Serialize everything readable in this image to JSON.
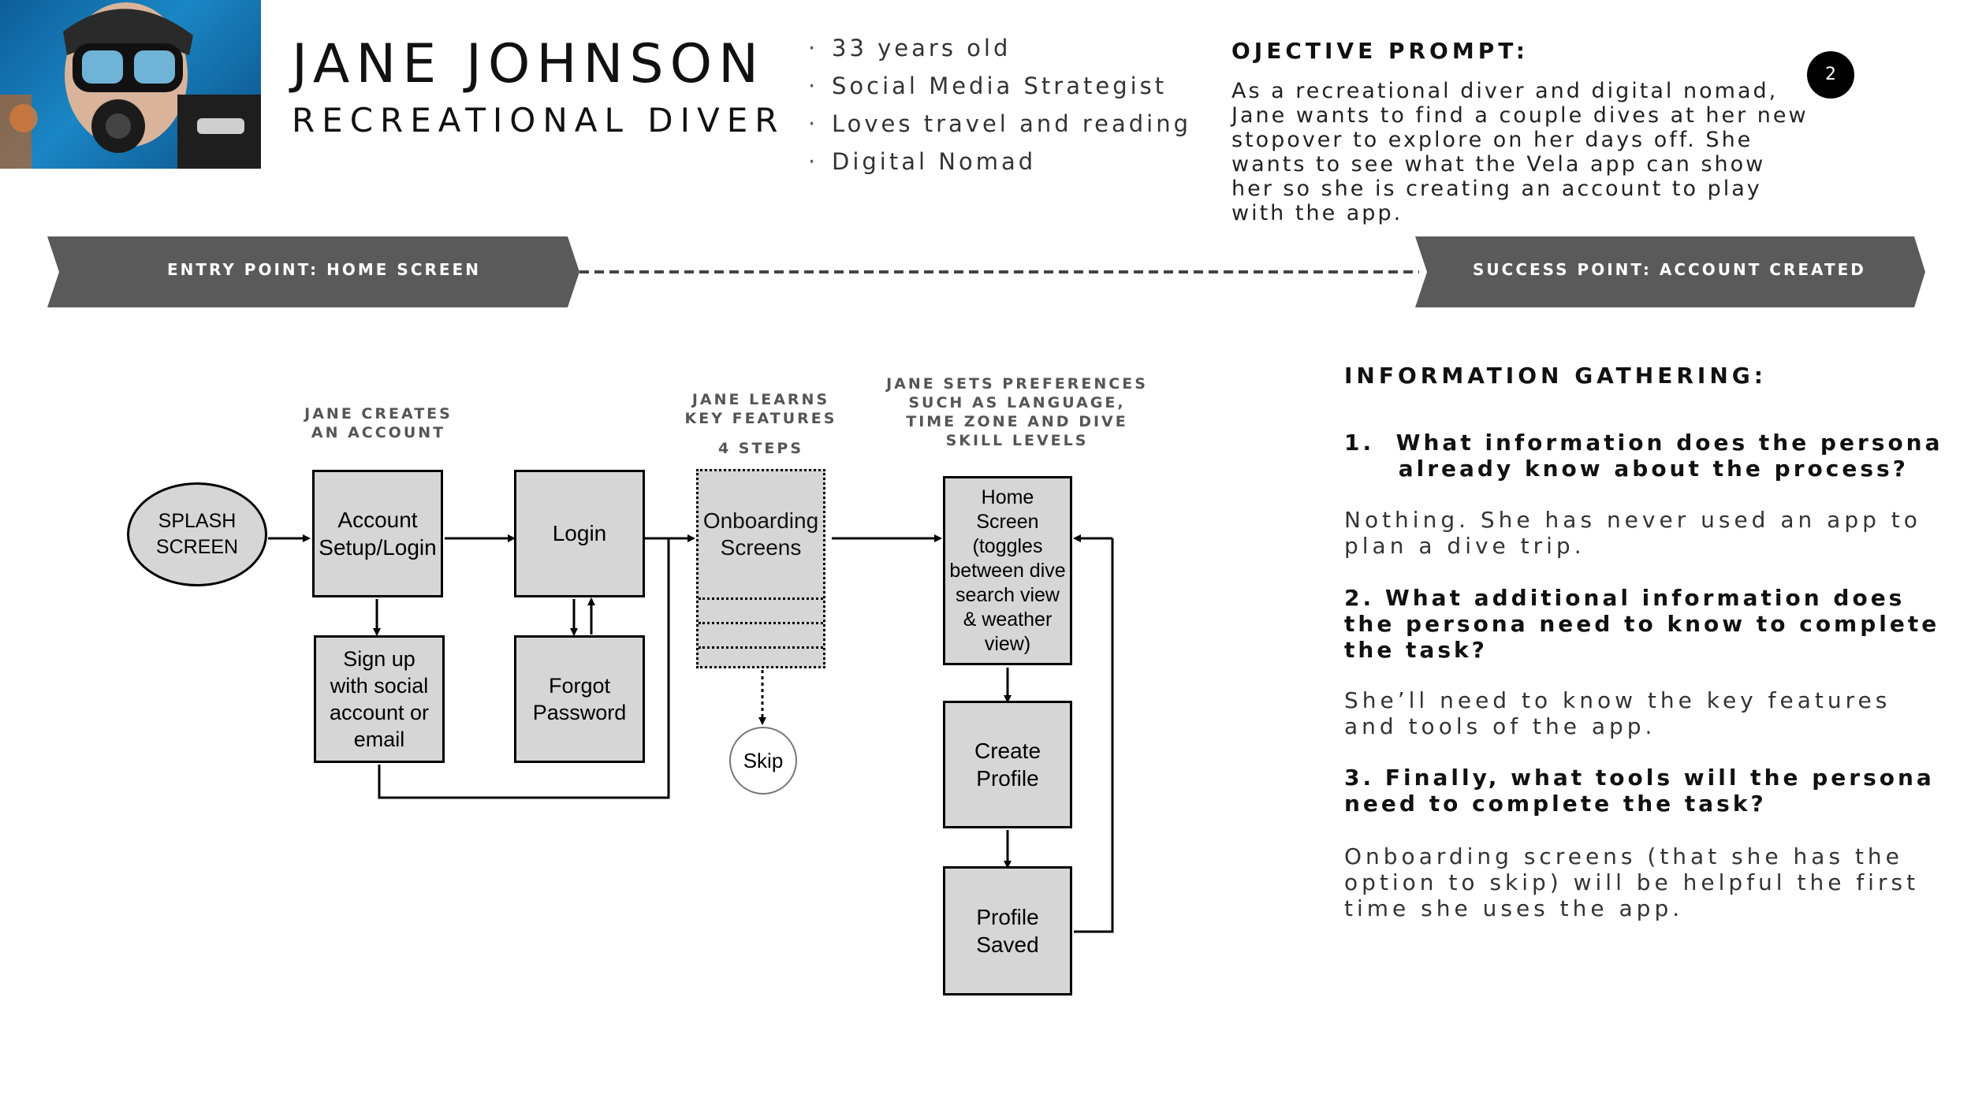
{
  "persona": {
    "name": "JANE JOHNSON",
    "role": "RECREATIONAL DIVER",
    "facts": [
      "33 years old",
      "Social Media Strategist",
      "Loves travel and reading",
      "Digital Nomad"
    ]
  },
  "objective": {
    "title": "OJECTIVE PROMPT:",
    "text": "As a recreational diver and digital nomad, Jane wants to find a couple dives at her new stopover to explore on her days off. She wants to see what the Vela app can show her so she is creating an account to play with the app."
  },
  "page_number": "2",
  "journey": {
    "entry": "ENTRY POINT: HOME SCREEN",
    "success": "SUCCESS POINT: ACCOUNT CREATED",
    "banner_color": "#5a5a5a"
  },
  "flow": {
    "labels": {
      "creates": "JANE CREATES\nAN ACCOUNT",
      "learns": "JANE LEARNS\nKEY FEATURES",
      "steps": "4 STEPS",
      "sets": "JANE SETS PREFERENCES\nSUCH AS LANGUAGE,\nTIME ZONE AND DIVE\nSKILL LEVELS"
    },
    "nodes": {
      "splash": "SPLASH\nSCREEN",
      "account": "Account\nSetup/Login",
      "login": "Login",
      "signup": "Sign up\nwith social\naccount or\nemail",
      "forgot": "Forgot\nPassword",
      "onboarding": "Onboarding\nScreens",
      "skip": "Skip",
      "home": "Home\nScreen\n(toggles\nbetween dive\nsearch view\n& weather\nview)",
      "create_profile": "Create\nProfile",
      "profile_saved": "Profile\nSaved"
    },
    "node_fill": "#d6d6d6"
  },
  "info": {
    "title": "INFORMATION GATHERING:",
    "q1": "1.  What information does the persona\n     already know about the process?",
    "a1": "Nothing. She has never used an app to plan a dive trip.",
    "q2": "2. What additional information does\nthe persona need to know to complete\nthe task?",
    "a2": "She’ll need to know the key features and tools of the app.",
    "q3": "3. Finally, what tools will the persona\nneed to complete the task?",
    "a3": "Onboarding screens (that she has the option to skip) will be helpful the first time she uses the app."
  }
}
